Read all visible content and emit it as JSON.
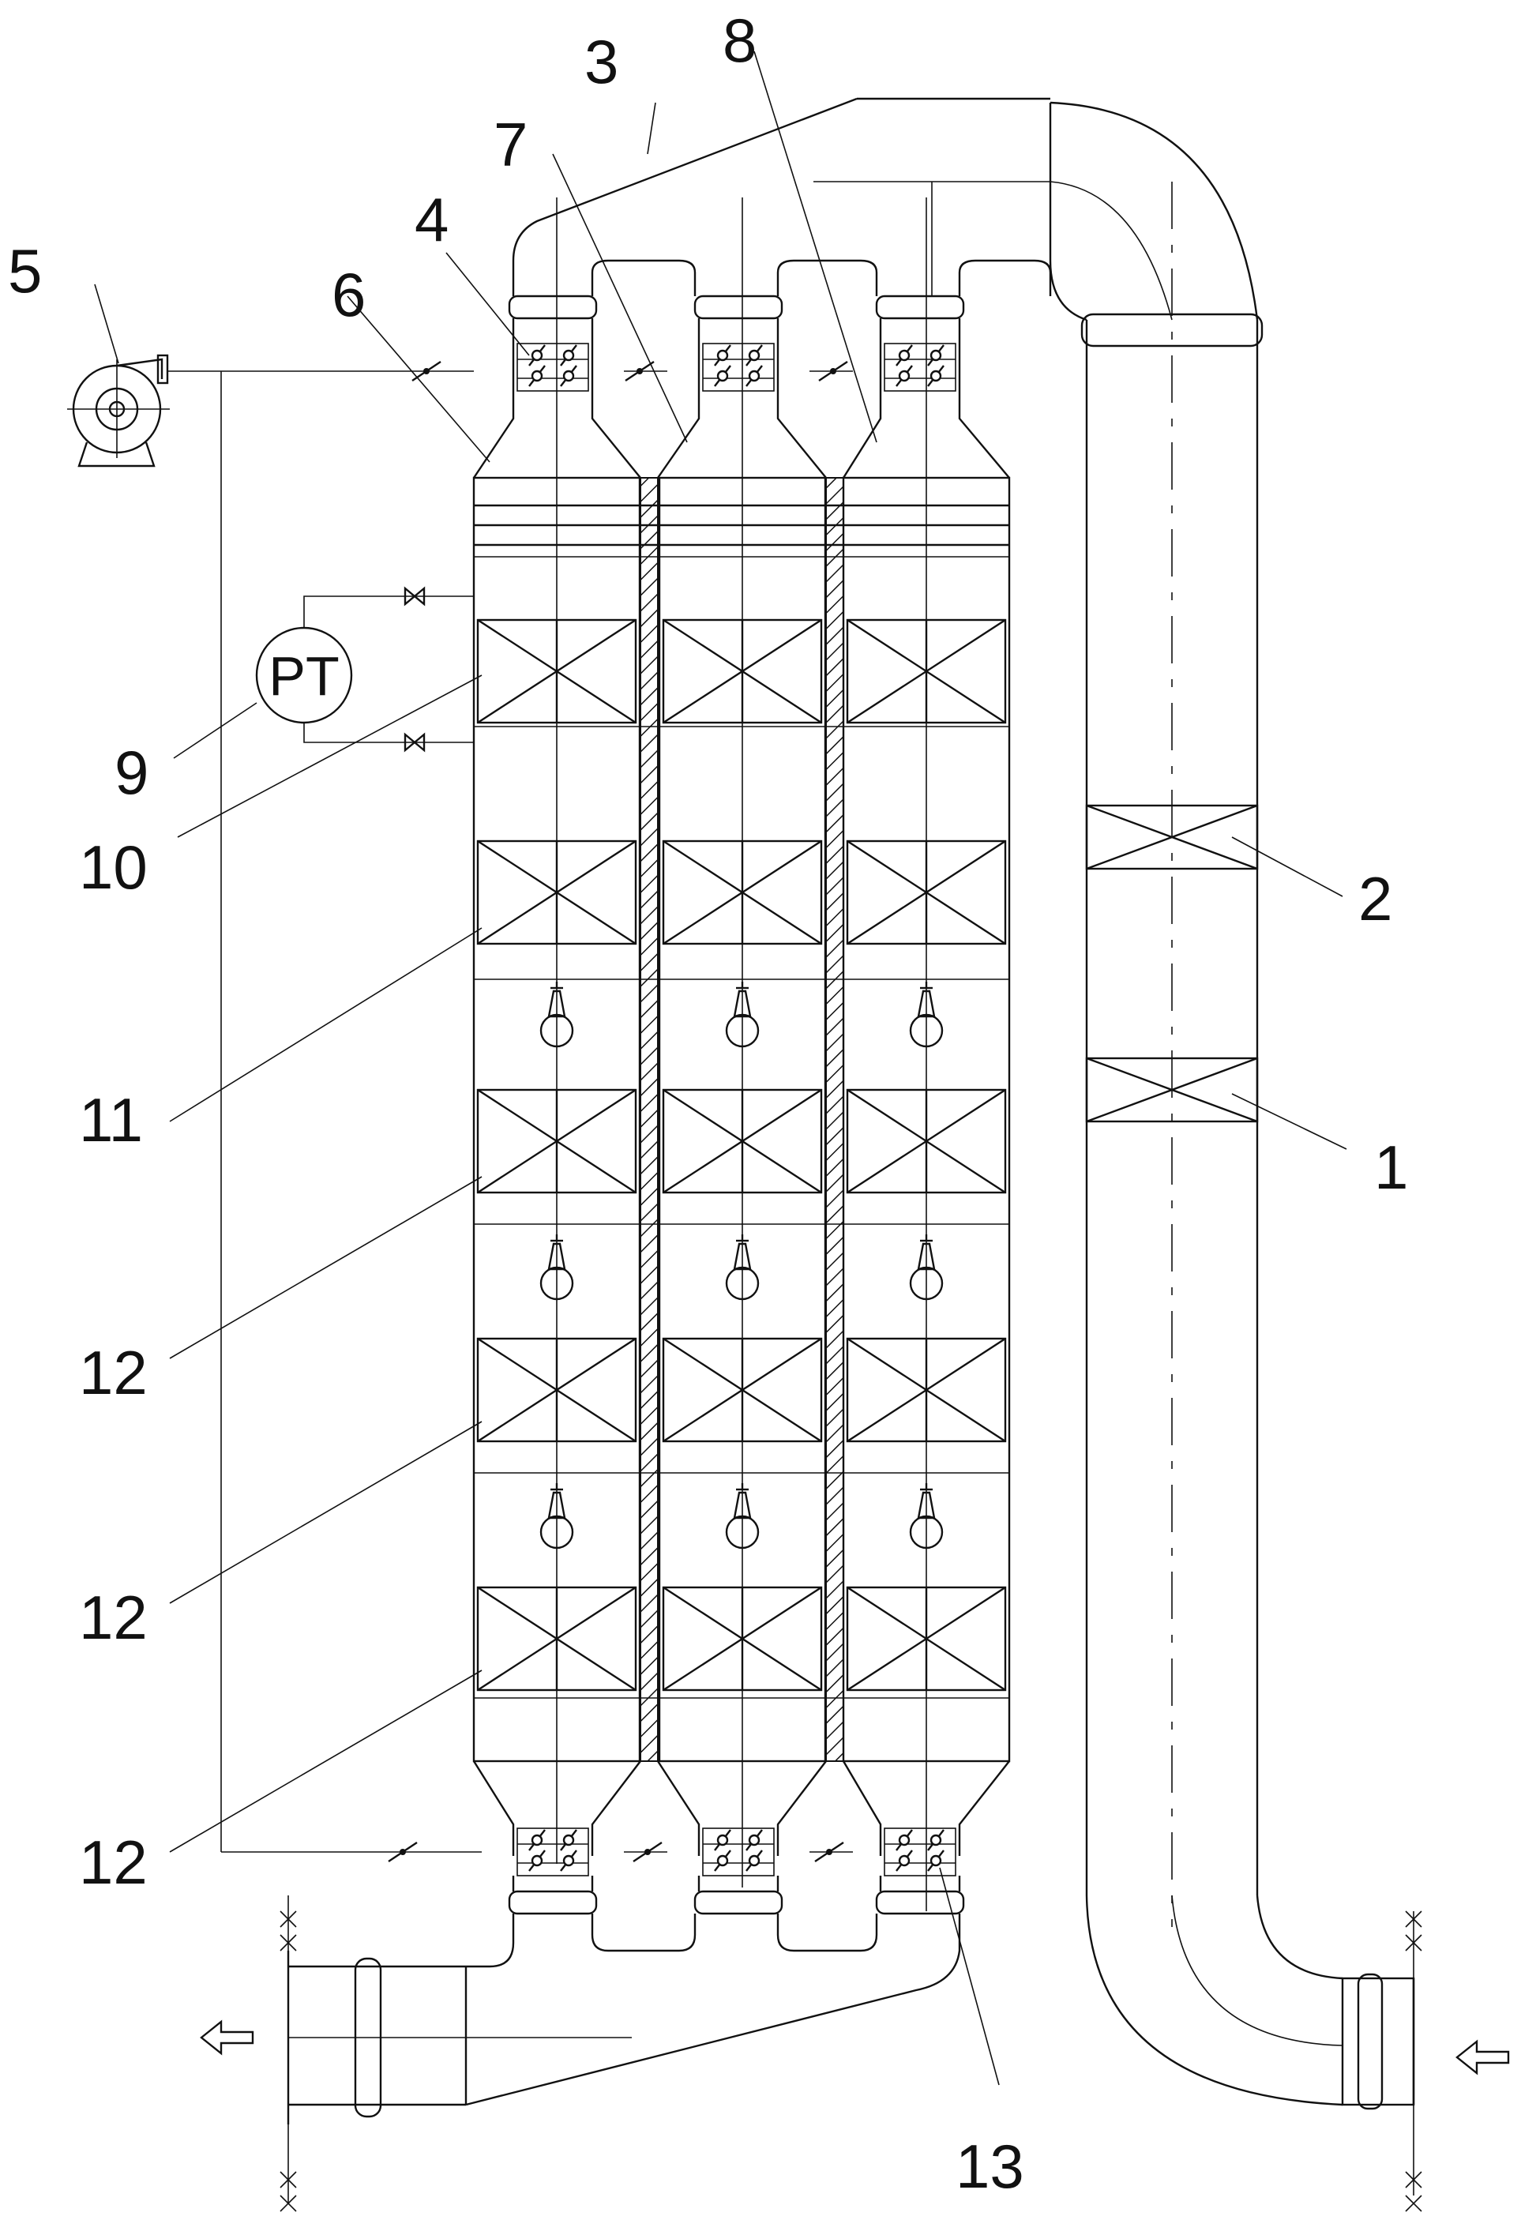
{
  "labels": {
    "l1": "1",
    "l2": "2",
    "l3": "3",
    "l4": "4",
    "l5": "5",
    "l6": "6",
    "l7": "7",
    "l8": "8",
    "l9": "9",
    "l10": "10",
    "l11": "11",
    "l12a": "12",
    "l12b": "12",
    "l12c": "12",
    "l13": "13",
    "pt": "PT"
  }
}
